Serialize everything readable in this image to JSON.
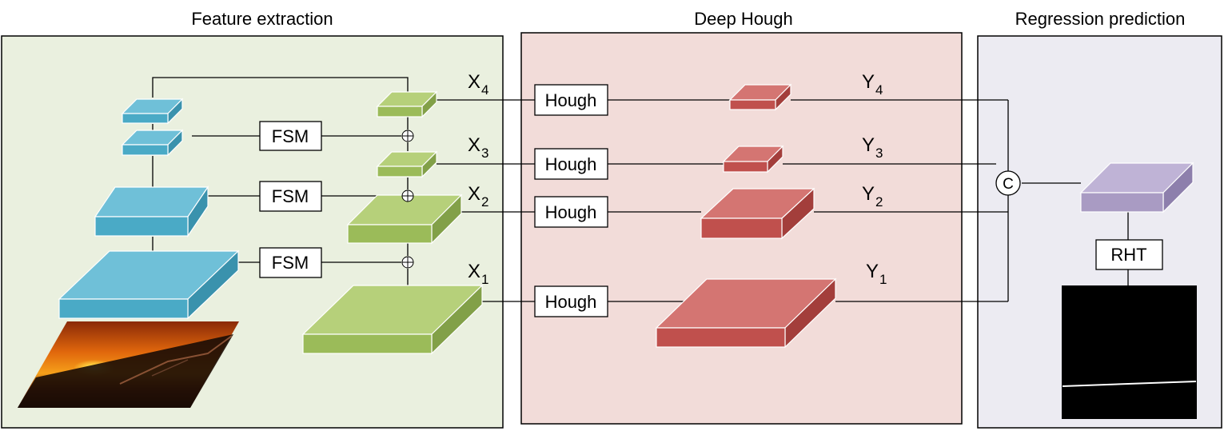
{
  "sections": {
    "feature": {
      "title": "Feature extraction",
      "bg": "#eaf0df"
    },
    "hough": {
      "title": "Deep Hough",
      "bg": "#f2dcd9"
    },
    "regression": {
      "title": "Regression prediction",
      "bg": "#ecebf2"
    }
  },
  "fsm_labels": [
    "FSM",
    "FSM",
    "FSM"
  ],
  "hough_labels": [
    "Hough",
    "Hough",
    "Hough",
    "Hough"
  ],
  "x_labels": [
    {
      "base": "X",
      "sub": "4"
    },
    {
      "base": "X",
      "sub": "3"
    },
    {
      "base": "X",
      "sub": "2"
    },
    {
      "base": "X",
      "sub": "1"
    }
  ],
  "y_labels": [
    {
      "base": "Y",
      "sub": "4"
    },
    {
      "base": "Y",
      "sub": "3"
    },
    {
      "base": "Y",
      "sub": "2"
    },
    {
      "base": "Y",
      "sub": "1"
    }
  ],
  "concat_symbol": "C",
  "sum_symbol": "⊕",
  "rht_label": "RHT",
  "colors": {
    "backbone_blue": "#4aaac6",
    "pyramid_green": "#9bbb59",
    "hough_red": "#c0504d",
    "regression_purple": "#a99bc3"
  }
}
